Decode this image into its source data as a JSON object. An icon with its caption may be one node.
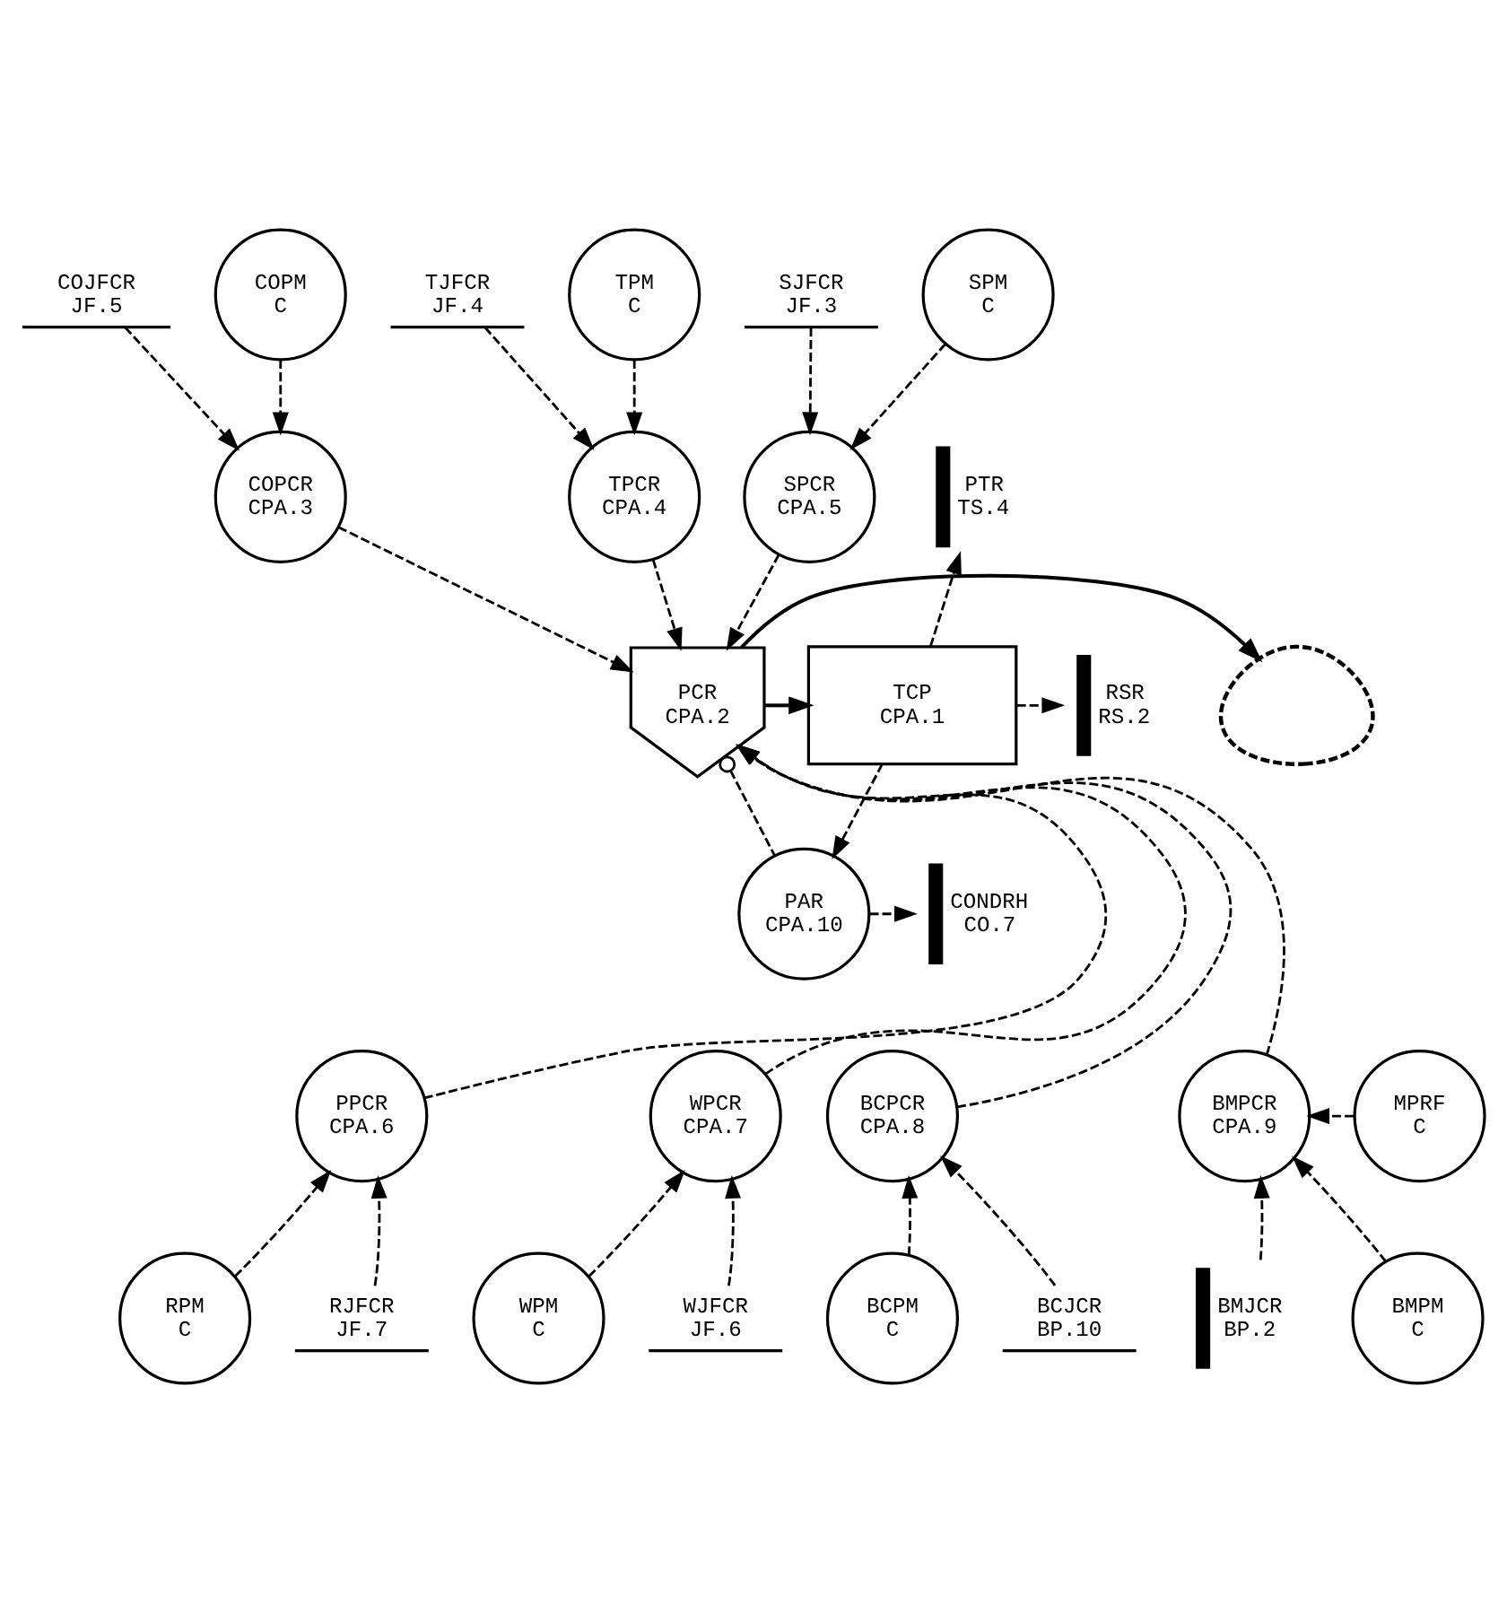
{
  "diagram": {
    "nodes": [
      {
        "text": [
          "COJFCR",
          "JF.5"
        ]
      },
      {
        "text": [
          "TJFCR",
          "JF.4"
        ]
      },
      {
        "text": [
          "SJFCR",
          "JF.3"
        ]
      },
      {
        "text": [
          "COPM",
          "C"
        ]
      },
      {
        "text": [
          "TPM",
          "C"
        ]
      },
      {
        "text": [
          "SPM",
          "C"
        ]
      },
      {
        "text": [
          "COPCR",
          "CPA.3"
        ]
      },
      {
        "text": [
          "TPCR",
          "CPA.4"
        ]
      },
      {
        "text": [
          "SPCR",
          "CPA.5"
        ]
      },
      {
        "text": [
          "PTR",
          "TS.4"
        ]
      },
      {
        "text": [],
        "shape": "cloud"
      },
      {
        "text": [
          "PCR",
          "CPA.2"
        ]
      },
      {
        "text": [
          "TCP",
          "CPA.1"
        ]
      },
      {
        "text": [
          "RSR",
          "RS.2"
        ]
      },
      {
        "text": [
          "PAR",
          "CPA.10"
        ]
      },
      {
        "text": [
          "CONDRH",
          "CO.7"
        ]
      },
      {
        "text": [
          "PPCR",
          "CPA.6"
        ]
      },
      {
        "text": [
          "WPCR",
          "CPA.7"
        ]
      },
      {
        "text": [
          "BCPCR",
          "CPA.8"
        ]
      },
      {
        "text": [
          "BMPCR",
          "CPA.9"
        ]
      },
      {
        "text": [
          "MPRF",
          "C"
        ]
      },
      {
        "text": [
          "RPM",
          "C"
        ]
      },
      {
        "text": [
          "WPM",
          "C"
        ]
      },
      {
        "text": [
          "BCPM",
          "C"
        ]
      },
      {
        "text": [
          "BMJCR",
          "BP.2"
        ]
      },
      {
        "text": [
          "BMPM",
          "C"
        ]
      },
      {
        "text": [
          "RJFCR",
          "JF.7"
        ]
      },
      {
        "text": [
          "WJFCR",
          "JF.6"
        ]
      },
      {
        "text": [
          "BCJCR",
          "BP.10"
        ]
      }
    ],
    "edges": [
      {
        "from": 3,
        "to": 6,
        "arrow": "to",
        "style": "dashed"
      },
      {
        "from": 0,
        "to": 6,
        "arrow": "to",
        "style": "dashed"
      },
      {
        "from": 4,
        "to": 7,
        "arrow": "to",
        "style": "dashed"
      },
      {
        "from": 1,
        "to": 7,
        "arrow": "to",
        "style": "dashed"
      },
      {
        "from": 5,
        "to": 8,
        "arrow": "to",
        "style": "dashed"
      },
      {
        "from": 2,
        "to": 8,
        "arrow": "to",
        "style": "dashed"
      },
      {
        "from": 6,
        "to": 11,
        "arrow": "to",
        "style": "dashed"
      },
      {
        "from": 7,
        "to": 11,
        "arrow": "to",
        "style": "dashed"
      },
      {
        "from": 8,
        "to": 11,
        "arrow": "to",
        "style": "dashed"
      },
      {
        "from": 11,
        "to": 10,
        "arrow": "to"
      },
      {
        "from": 11,
        "to": 12,
        "arrow": "to"
      },
      {
        "from": 12,
        "to": 9,
        "arrow": "to",
        "style": "dashed"
      },
      {
        "from": 12,
        "to": 13,
        "arrow": "to",
        "style": "dashed"
      },
      {
        "from": 12,
        "to": 14,
        "arrow": "to",
        "style": "dashed"
      },
      {
        "from": 11,
        "to": 14,
        "arrow": "other",
        "style": "dashed"
      },
      {
        "from": 14,
        "to": 15,
        "arrow": "to",
        "style": "dashed"
      },
      {
        "from": 16,
        "to": 11,
        "arrow": "to",
        "style": "dashed"
      },
      {
        "from": 17,
        "to": 11,
        "arrow": "to",
        "style": "dashed"
      },
      {
        "from": 18,
        "to": 11,
        "arrow": "to",
        "style": "dashed"
      },
      {
        "from": 19,
        "to": 11,
        "arrow": "to",
        "style": "dashed"
      },
      {
        "from": 21,
        "to": 16,
        "arrow": "to",
        "style": "dashed"
      },
      {
        "from": 26,
        "to": 16,
        "arrow": "to",
        "style": "dashed"
      },
      {
        "from": 22,
        "to": 17,
        "arrow": "to",
        "style": "dashed"
      },
      {
        "from": 27,
        "to": 17,
        "arrow": "to",
        "style": "dashed"
      },
      {
        "from": 23,
        "to": 18,
        "arrow": "to",
        "style": "dashed"
      },
      {
        "from": 28,
        "to": 18,
        "arrow": "to",
        "style": "dashed"
      },
      {
        "from": 20,
        "to": 19,
        "arrow": "to",
        "style": "dashed"
      },
      {
        "from": 25,
        "to": 19,
        "arrow": "to",
        "style": "dashed"
      },
      {
        "from": 24,
        "to": 19,
        "arrow": "to",
        "style": "dashed"
      }
    ]
  }
}
